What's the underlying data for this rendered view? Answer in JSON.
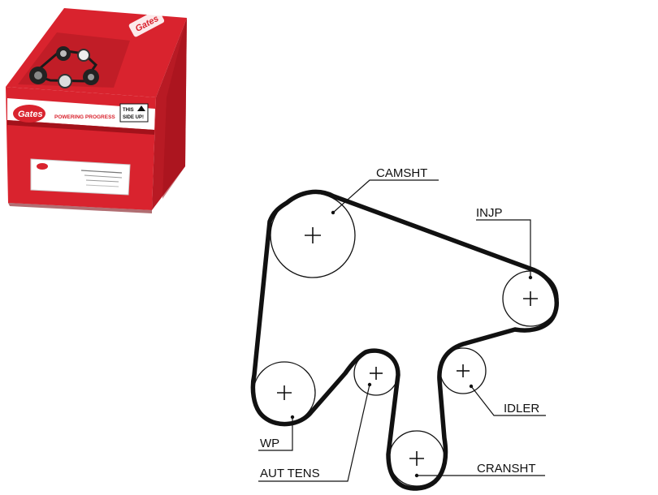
{
  "product_box": {
    "brand": "Gates",
    "tagline": "POWERING PROGRESS",
    "side_up": [
      "THIS",
      "SIDE UP!"
    ],
    "colors": {
      "red": "#d9232e",
      "dark_red": "#a3121b",
      "white": "#ffffff",
      "black": "#111111"
    }
  },
  "diagram": {
    "labels": {
      "camshaft": "CAMSHT",
      "injection_pump": "INJP",
      "idler": "IDLER",
      "crankshaft": "CRANSHT",
      "water_pump": "WP",
      "auto_tensioner": "AUT TENS"
    },
    "belt_color": "#111111"
  }
}
